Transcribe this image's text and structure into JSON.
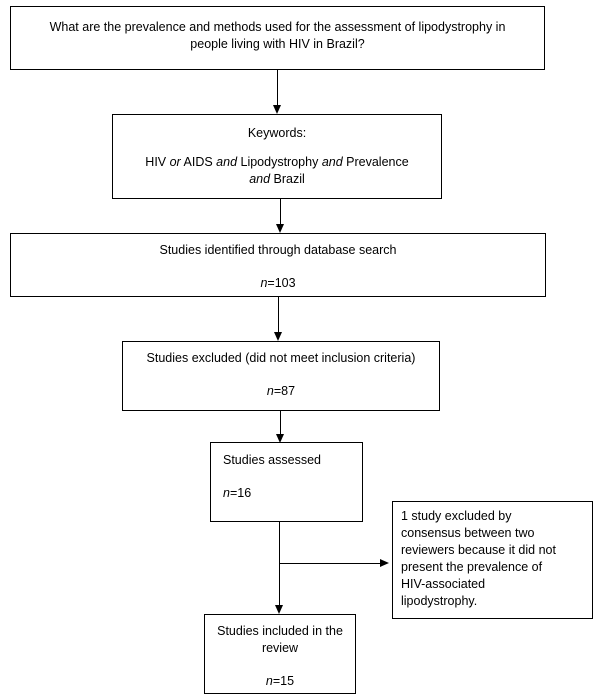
{
  "question": {
    "line1": "What are the prevalence and methods used for the assessment of lipodystrophy in",
    "line2": "people living with HIV in Brazil?"
  },
  "keywords": {
    "heading": "Keywords:",
    "line1_a": "HIV ",
    "line1_or": "or",
    "line1_b": " AIDS ",
    "line1_and1": "and",
    "line1_c": " Lipodystrophy ",
    "line1_and2": "and",
    "line1_d": " Prevalence",
    "line2_and": "and",
    "line2_b": " Brazil"
  },
  "identified": {
    "label": "Studies identified through database search",
    "n_var": "n",
    "n_value": "=103"
  },
  "excluded": {
    "label": "Studies excluded (did not meet inclusion criteria)",
    "n_var": "n",
    "n_value": "=87"
  },
  "assessed": {
    "label": "Studies assessed",
    "n_var": "n",
    "n_value": "=16"
  },
  "side_excluded": {
    "line1": "1 study excluded by",
    "line2": "consensus between two",
    "line3": "reviewers because it did not",
    "line4": "present the prevalence of",
    "line5": "HIV-associated",
    "line6": "lipodystrophy."
  },
  "included": {
    "line1": "Studies included in the",
    "line2": "review",
    "n_var": "n",
    "n_value": "=15"
  }
}
